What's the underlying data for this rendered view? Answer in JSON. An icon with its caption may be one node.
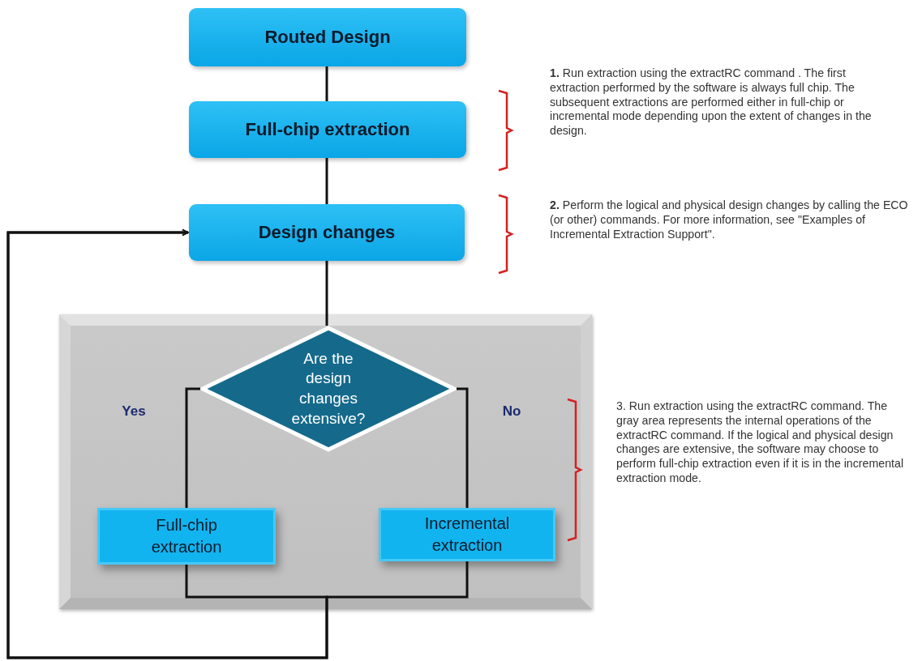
{
  "diagram": {
    "nodes": [
      {
        "text": [
          "Routed Design"
        ]
      },
      {
        "text": [
          "Full-chip extraction"
        ]
      },
      {
        "text": [
          "Design changes"
        ]
      },
      {
        "text": [],
        "shape": "box"
      },
      {
        "text": [
          "Are the design changes extensive?"
        ],
        "in": 3
      },
      {
        "text": [
          "Full-chip extraction"
        ],
        "in": 3
      },
      {
        "text": [
          "Incremental extraction"
        ],
        "in": 3
      }
    ],
    "edges": [
      {
        "from": 0,
        "to": 1,
        "arrow": "none"
      },
      {
        "from": 1,
        "to": 2,
        "arrow": "none"
      },
      {
        "from": 2,
        "to": 4,
        "arrow": "none"
      },
      {
        "from": 4,
        "to": 5,
        "arrow": "none",
        "label": "Yes"
      },
      {
        "from": 4,
        "to": 6,
        "arrow": "none",
        "label": "No"
      },
      {
        "from": 5,
        "to": 2,
        "arrow": "to"
      },
      {
        "from": 6,
        "to": 2,
        "arrow": "to"
      }
    ],
    "labels": [
      "**1.** Run extraction using the extractRC command . The first extraction performed by the software is always full chip. The subsequent extractions  are performed either in full-chip or incremental mode depending upon the extent of changes in the design.",
      "**2.** Perform the logical and physical design changes by calling the ECO (or other) commands. For more information, see \"Examples of Incremental Extraction Support\".",
      "3. Run extraction using the extractRC command. The gray area represents the internal operations of the extractRC command.  If the logical and physical design changes are extensive, the software  may choose to perform full-chip extraction  even if it is in the incremental extraction mode."
    ]
  }
}
